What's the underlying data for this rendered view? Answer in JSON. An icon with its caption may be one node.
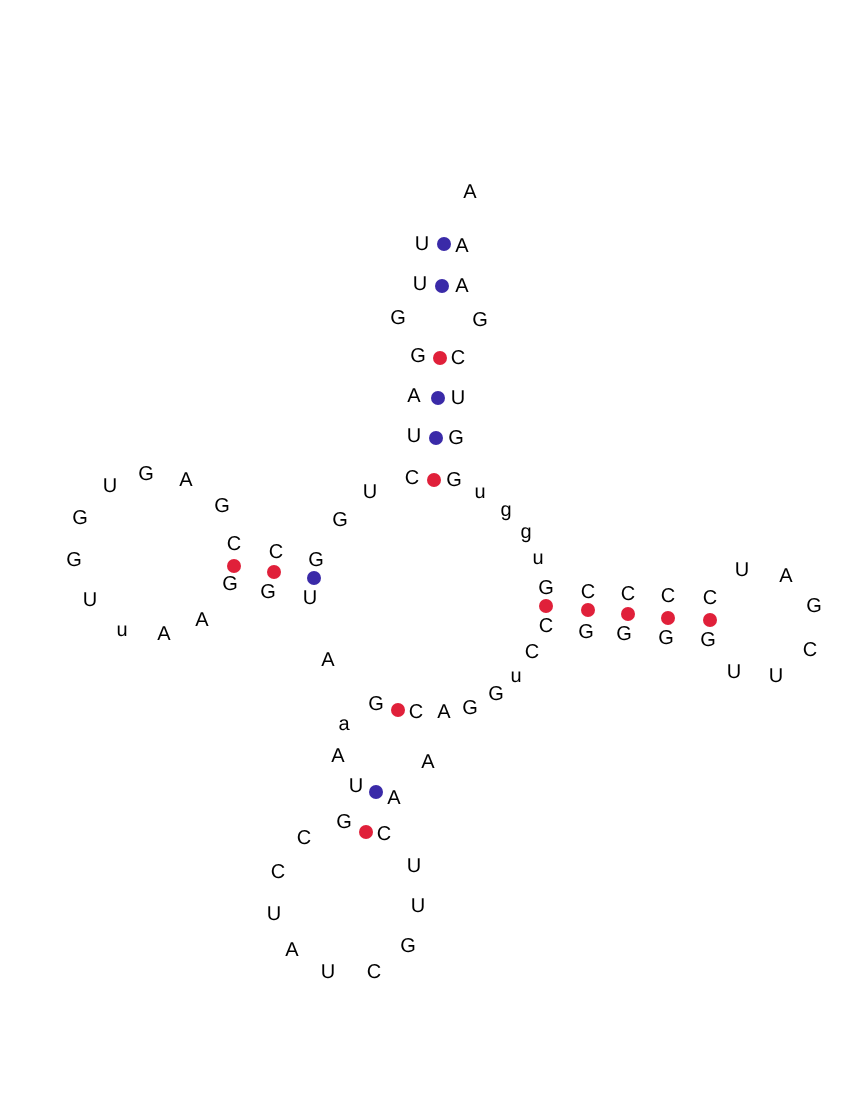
{
  "diagram": {
    "labels": [
      "A",
      "U",
      "A",
      "U",
      "A",
      "G",
      "G",
      "G",
      "C",
      "A",
      "U",
      "U",
      "G",
      "G",
      "A",
      "C",
      "G",
      "U",
      "U",
      "u",
      "G",
      "g",
      "G",
      "G",
      "g",
      "C",
      "C",
      "G",
      "u",
      "G",
      "G",
      "G",
      "G",
      "C",
      "C",
      "C",
      "C",
      "U",
      "U",
      "A",
      "U",
      "A",
      "C",
      "u",
      "G",
      "G",
      "A",
      "G",
      "G",
      "C",
      "C",
      "A",
      "G",
      "U",
      "U",
      "u",
      "G",
      "G",
      "G",
      "C",
      "A",
      "a",
      "A",
      "A",
      "U",
      "A",
      "G",
      "C",
      "C",
      "U",
      "C",
      "U",
      "U",
      "G",
      "A",
      "U",
      "C"
    ]
  }
}
